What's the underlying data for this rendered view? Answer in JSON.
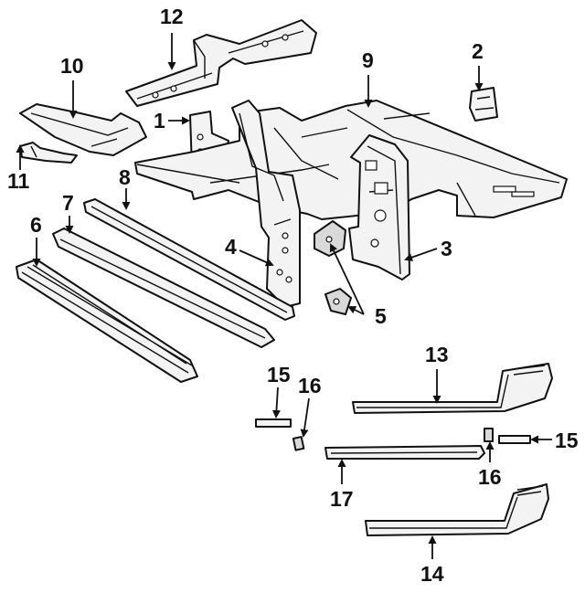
{
  "diagram": {
    "callouts": {
      "c1": "1",
      "c2": "2",
      "c3": "3",
      "c4": "4",
      "c5": "5",
      "c6": "6",
      "c7": "7",
      "c8": "8",
      "c9": "9",
      "c10": "10",
      "c11": "11",
      "c12": "12",
      "c13": "13",
      "c14": "14",
      "c15a": "15",
      "c15b": "15",
      "c16a": "16",
      "c16b": "16",
      "c17": "17"
    }
  }
}
